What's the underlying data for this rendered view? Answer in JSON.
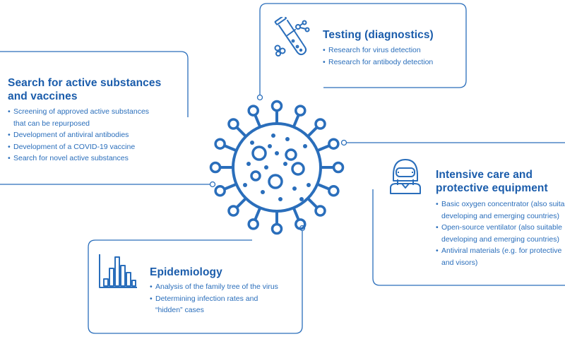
{
  "colors": {
    "primary": "#2a6ebb",
    "title": "#1a5cab"
  },
  "sections": {
    "search": {
      "title_line1": "Search for active substances",
      "title_line2": "and vaccines",
      "items": [
        {
          "line1": "Screening of approved active substances",
          "line2": "that can be repurposed"
        },
        {
          "line1": "Development of antiviral antibodies"
        },
        {
          "line1": "Development of a COVID-19 vaccine"
        },
        {
          "line1": "Search for novel active substances"
        }
      ]
    },
    "testing": {
      "title": "Testing (diagnostics)",
      "items": [
        "Research for virus detection",
        "Research for antibody detection"
      ]
    },
    "intensive": {
      "title_line1": "Intensive care and",
      "title_line2": "protective equipment",
      "items": [
        {
          "line1": "Basic oxygen concentrator (also suita",
          "line2": "developing and emerging countries)"
        },
        {
          "line1": "Open-source ventilator (also suitable",
          "line2": "developing and emerging countries)"
        },
        {
          "line1": "Antiviral materials (e.g. for protective",
          "line2": "and visors)"
        }
      ]
    },
    "epidemiology": {
      "title": "Epidemiology",
      "items": [
        {
          "line1": "Analysis of the family tree of the virus"
        },
        {
          "line1": "Determining infection rates and",
          "line2": "“hidden” cases"
        }
      ]
    }
  },
  "icons": {
    "center": "virus-icon",
    "testing": "test-tube-icon",
    "intensive": "protective-suit-person-icon",
    "epidemiology": "bar-chart-icon"
  }
}
